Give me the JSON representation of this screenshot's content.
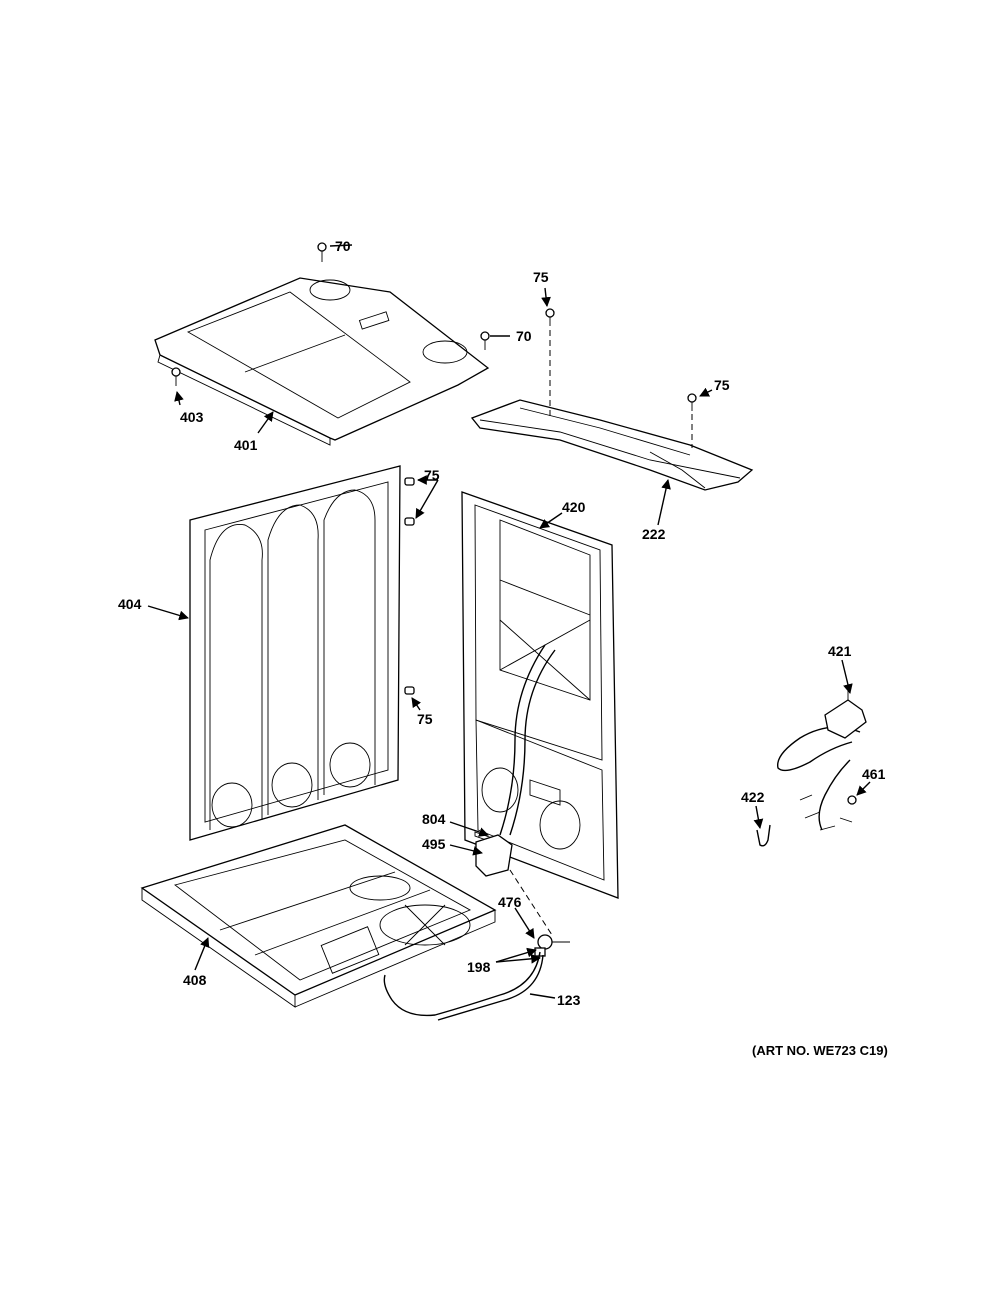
{
  "labels": {
    "l70a": "70",
    "l70b": "70",
    "l75a": "75",
    "l75b": "75",
    "l75c": "75",
    "l75d": "75",
    "l401": "401",
    "l403": "403",
    "l222": "222",
    "l404": "404",
    "l420": "420",
    "l421": "421",
    "l461": "461",
    "l422": "422",
    "l804": "804",
    "l495": "495",
    "l476": "476",
    "l198": "198",
    "l123": "123",
    "l408": "408"
  },
  "art_no": "(ART NO. WE723 C19)"
}
